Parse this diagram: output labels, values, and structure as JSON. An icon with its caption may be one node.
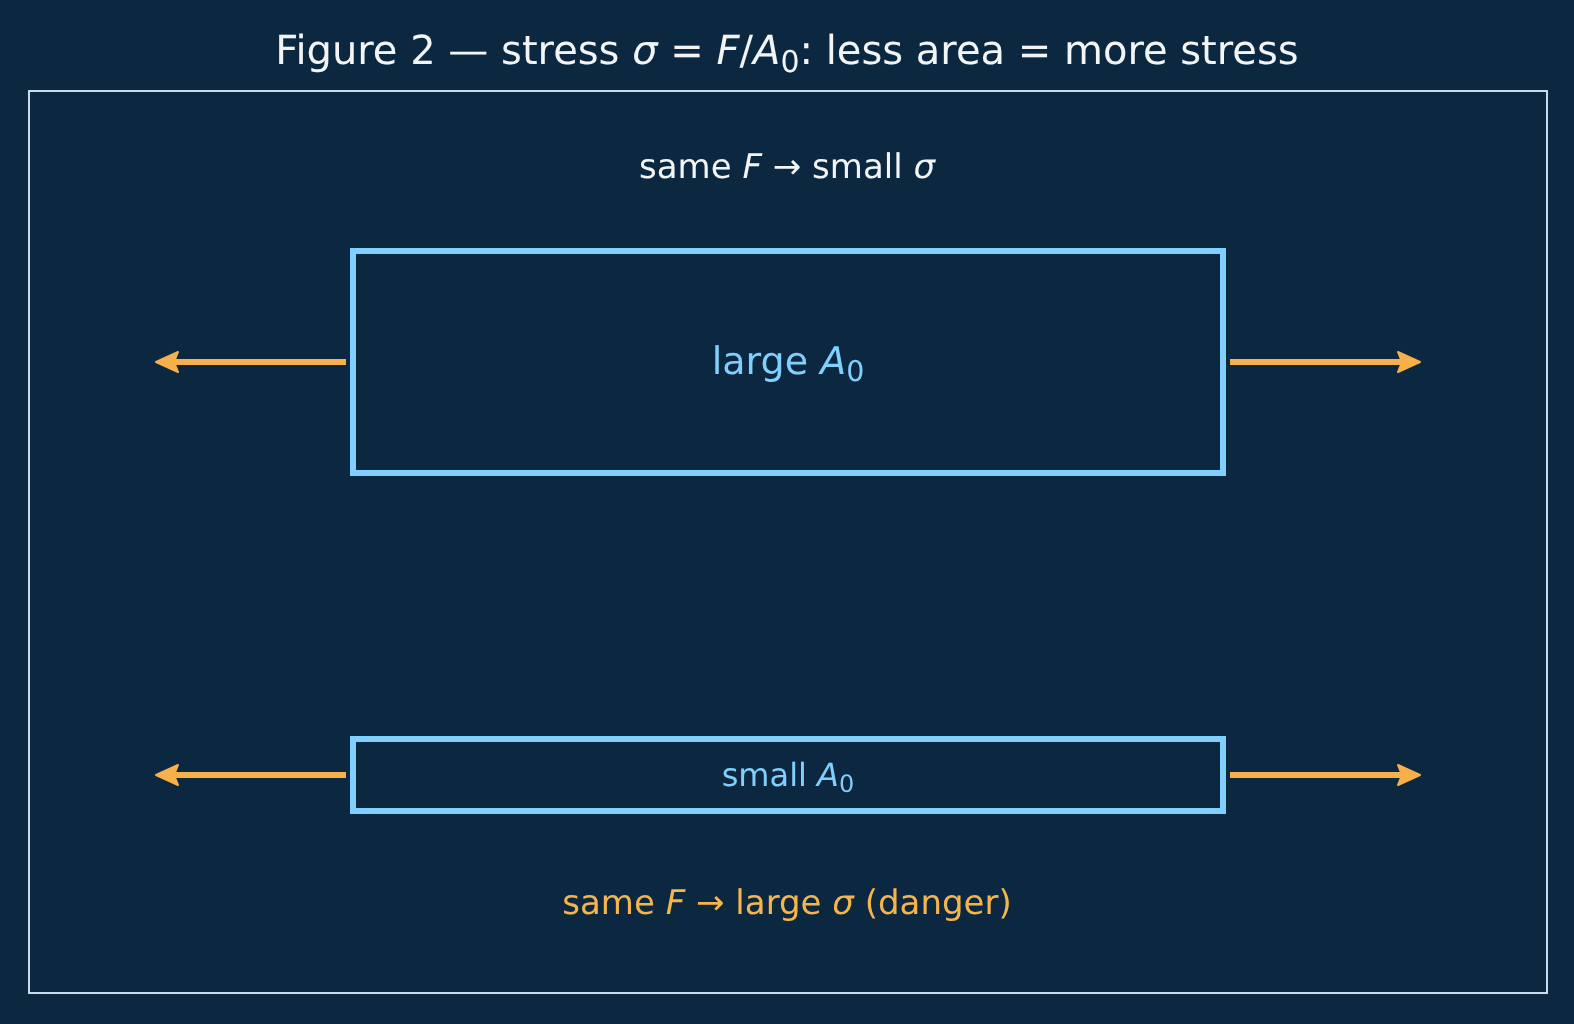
{
  "diagram": {
    "title": "Figure 2 — stress *σ* = *F*/*A*$_{0}$: less area = more stress",
    "nodes": [
      {
        "text": [
          "large *A*$_{0}$"
        ],
        "beside": [
          "same *F* → small *σ*"
        ]
      },
      {
        "text": [
          "small *A*$_{0}$"
        ],
        "beside": [
          "same *F* → large *σ* (danger)"
        ]
      }
    ]
  }
}
